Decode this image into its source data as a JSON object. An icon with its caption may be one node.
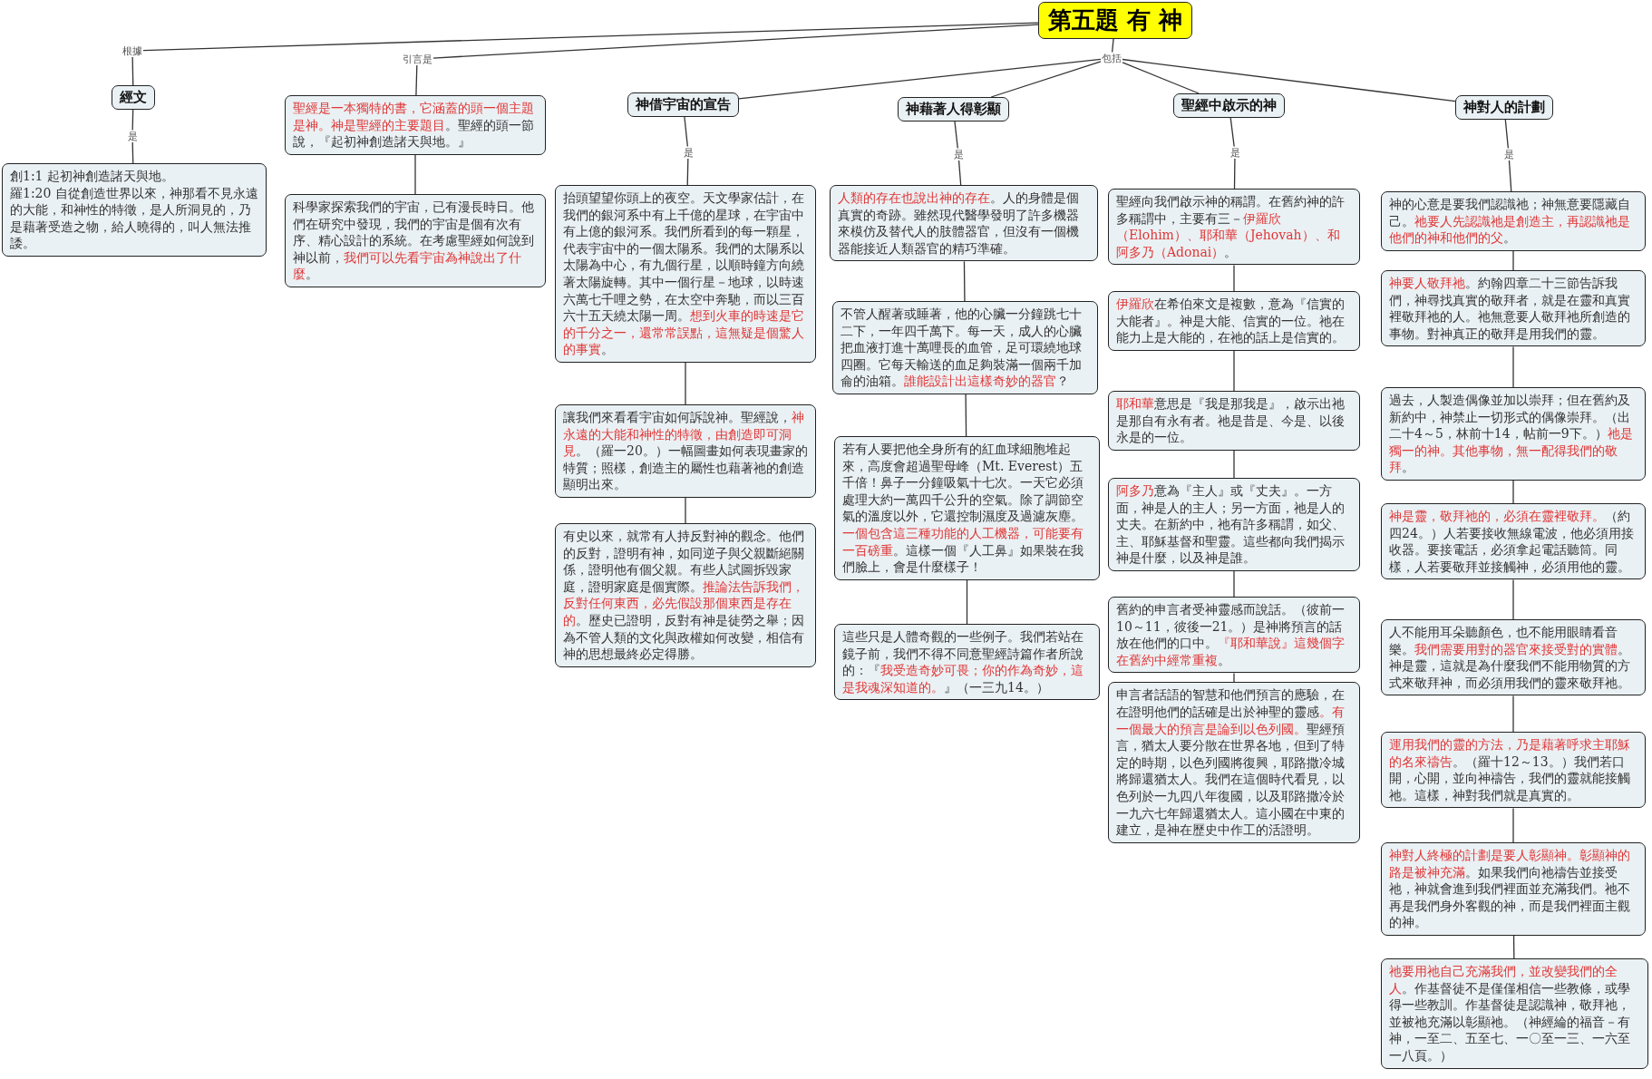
{
  "diagram": {
    "nodes": [
      {
        "text": [
          "第五題 有 神"
        ]
      },
      {
        "text": [
          "根據"
        ]
      },
      {
        "text": [
          "經文"
        ]
      },
      {
        "text": [
          "是"
        ]
      },
      {
        "text": [
          "創1:1  起初神創造諸天與地。",
          "羅1:20  自從創造世界以來，神那看不見永遠的大能，和神性的特徵，是人所洞見的，乃是藉著受造之物，給人曉得的，叫人無法推諉。"
        ]
      },
      {
        "text": [
          "引言是"
        ]
      },
      {
        "text": [
          "**聖經是一本獨特的書，它涵蓋的頭一個主題是神。神是聖經的主要題目**。聖經的頭一節說，『起初神創造諸天與地。』"
        ]
      },
      {
        "text": [
          "科學家探索我們的宇宙，已有漫長時日。他們在研究中發現，我們的宇宙是個有次有序、精心設計的系統。在考慮聖經如何說到神以前，**我們可以先看宇宙為神說出了什麼**。"
        ]
      },
      {
        "text": [
          "包括"
        ]
      },
      {
        "text": [
          "神借宇宙的宣告"
        ]
      },
      {
        "text": [
          "是"
        ]
      },
      {
        "text": [
          "抬頭望望你頭上的夜空。天文學家估計，在我們的銀河系中有上千億的星球，在宇宙中有上億的銀河系。我們所看到的每一顆星，代表宇宙中的一個太陽系。我們的太陽系以太陽為中心，有九個行星，以順時鐘方向繞著太陽旋轉。其中一個行星－地球，以時速六萬七千哩之勢，在太空中奔馳，而以三百六十五天繞太陽一周。**想到火車的時速是它的千分之一，還常常誤點，這無疑是個驚人的事實**。"
        ]
      },
      {
        "text": [
          "讓我們來看看宇宙如何訴說神。聖經說，**神永遠的大能和神性的特徵，由創造即可洞見**。（羅一20。）一幅圖畫如何表現畫家的特質；照樣，創造主的屬性也藉著祂的創造顯明出來。"
        ]
      },
      {
        "text": [
          "有史以來，就常有人持反對神的觀念。他們的反對，證明有神，如同逆子與父親斷絕關係，證明他有個父親。有些人試圖拆毀家庭，證明家庭是個實際。**推論法告訴我們，反對任何東西，必先假設那個東西是存在的**。歷史已證明，反對有神是徒勞之舉；因為不管人類的文化與政權如何改變，相信有神的思想最終必定得勝。"
        ]
      },
      {
        "text": [
          "神藉著人得彰顯"
        ]
      },
      {
        "text": [
          "是"
        ]
      },
      {
        "text": [
          "**人類的存在也說出神的存在**。人的身體是個真實的奇跡。雖然現代醫學發明了許多機器來模仿及替代人的肢體器官，但沒有一個機器能接近人類器官的精巧準確。"
        ]
      },
      {
        "text": [
          "不管人醒著或睡著，他的心臟一分鐘跳七十二下，一年四千萬下。每一天，成人的心臟把血液打進十萬哩長的血管，足可環繞地球四圈。它每天輸送的血足夠裝滿一個兩千加侖的油箱。**誰能設計出這樣奇妙的器官**？"
        ]
      },
      {
        "text": [
          "若有人要把他全身所有的紅血球細胞堆起來，高度會超過聖母峰（Mt. Everest）五千倍！鼻子一分鐘吸氣十七次。一天它必須處理大約一萬四千公升的空氣。除了調節空氣的溫度以外，它還控制濕度及過濾灰塵。**一個包含這三種功能的人工機器，可能要有一百磅重**。這樣一個『人工鼻』如果裝在我們臉上，會是什麼樣子！"
        ]
      },
      {
        "text": [
          "這些只是人體奇觀的一些例子。我們若站在鏡子前，我們不得不同意聖經詩篇作者所說的：『**我受造奇妙可畏；你的作為奇妙，這是我魂深知道的。**』（一三九14。）"
        ]
      },
      {
        "text": [
          "聖經中啟示的神"
        ]
      },
      {
        "text": [
          "是"
        ]
      },
      {
        "text": [
          "聖經向我們啟示神的稱謂。在舊約神的許多稱謂中，主要有三－**伊羅欣（Elohim）、耶和華（Jehovah）、和阿多乃（Adonai）**。"
        ]
      },
      {
        "text": [
          "**伊羅欣**在希伯來文是複數，意為『信實的大能者』。神是大能、信實的一位。祂在能力上是大能的，在祂的話上是信實的。"
        ]
      },
      {
        "text": [
          "**耶和華**意思是『我是那我是』，啟示出祂是那自有永有者。祂是昔是、今是、以後永是的一位。"
        ]
      },
      {
        "text": [
          "**阿多乃**意為『主人』或『丈夫』。一方面，神是人的主人；另一方面，祂是人的丈夫。在新約中，祂有許多稱謂，如父、主、耶穌基督和聖靈。這些都向我們揭示神是什麼，以及神是誰。"
        ]
      },
      {
        "text": [
          "舊約的申言者受神靈感而說話。（彼前一10～11，彼後一21。）是神將預言的話放在他們的口中。**『耶和華說』這幾個字在舊約中經常重複**。"
        ]
      },
      {
        "text": [
          "申言者話語的智慧和他們預言的應驗，在在證明他們的話確是出於神聖的靈感**。有一個最大的預言是論到以色列國。**聖經預言，猶太人要分散在世界各地，但到了特定的時期，以色列國將復興，耶路撒冷城將歸還猶太人。我們在這個時代看見，以色列於一九四八年復國，以及耶路撒冷於一九六七年歸還猶太人。這小國在中東的建立，是神在歷史中作工的活證明。"
        ]
      },
      {
        "text": [
          "神對人的計劃"
        ]
      },
      {
        "text": [
          "是"
        ]
      },
      {
        "text": [
          "神的心意是要我們認識祂；神無意要隱藏自己。**祂要人先認識祂是創造主，再認識祂是他們的神和他們的父**。"
        ]
      },
      {
        "text": [
          "**神要人敬拜祂**。約翰四章二十三節告訴我們，神尋找真實的敬拜者，就是在靈和真實裡敬拜祂的人。祂無意要人敬拜祂所創造的事物。對神真正的敬拜是用我們的靈。"
        ]
      },
      {
        "text": [
          "過去，人製造偶像並加以崇拜；但在舊約及新約中，神禁止一切形式的偶像崇拜。（出二十4～5，林前十14，帖前一9下。）**祂是獨一的神。其他事物，無一配得我們的敬拜**。"
        ]
      },
      {
        "text": [
          "**神是靈，敬拜祂的，必須在靈裡敬拜。**（約四24。）人若要接收無線電波，他必須用接收器。要接電話，必須拿起電話聽筒。同樣，人若要敬拜並接觸神，必須用他的靈。"
        ]
      },
      {
        "text": [
          "人不能用耳朵聽顏色，也不能用眼睛看音樂。**我們需要用對的器官來接受對的實體**。神是靈，這就是為什麼我們不能用物質的方式來敬拜神，而必須用我們的靈來敬拜祂。"
        ]
      },
      {
        "text": [
          "**運用我們的靈的方法，乃是藉著呼求主耶穌的名來禱告**。（羅十12～13。）我們若口開，心開，並向神禱告，我們的靈就能接觸祂。這樣，神對我們就是真實的。"
        ]
      },
      {
        "text": [
          "**神對人終極的計劃是要人彰顯神。彰顯神的路是被神充滿**。如果我們向祂禱告並接受祂，神就會進到我們裡面並充滿我們。祂不再是我們身外客觀的神，而是我們裡面主觀的神。"
        ]
      },
      {
        "text": [
          "**祂要用祂自己充滿我們，並改變我們的全人**。作基督徒不是僅僅相信一些教條，或學得一些教訓。作基督徒是認識神，敬拜祂，並被祂充滿以彰顯祂。（神經綸的福音－有神，一至二、五至七、一〇至一三、一六至一八頁。）"
        ]
      }
    ],
    "edges": [
      {
        "from": 0,
        "to": 1,
        "arrow": "none"
      },
      {
        "from": 1,
        "to": 2,
        "arrow": "none"
      },
      {
        "from": 2,
        "to": 3,
        "arrow": "none"
      },
      {
        "from": 3,
        "to": 4,
        "arrow": "none"
      },
      {
        "from": 0,
        "to": 5,
        "arrow": "none"
      },
      {
        "from": 5,
        "to": 6,
        "arrow": "none"
      },
      {
        "from": 6,
        "to": 7,
        "arrow": "none"
      },
      {
        "from": 0,
        "to": 8,
        "arrow": "none"
      },
      {
        "from": 8,
        "to": 9,
        "arrow": "none"
      },
      {
        "from": 8,
        "to": 14,
        "arrow": "none"
      },
      {
        "from": 8,
        "to": 20,
        "arrow": "none"
      },
      {
        "from": 8,
        "to": 28,
        "arrow": "none"
      },
      {
        "from": 9,
        "to": 10,
        "arrow": "none"
      },
      {
        "from": 10,
        "to": 11,
        "arrow": "none"
      },
      {
        "from": 11,
        "to": 12,
        "arrow": "none"
      },
      {
        "from": 12,
        "to": 13,
        "arrow": "none"
      },
      {
        "from": 14,
        "to": 15,
        "arrow": "none"
      },
      {
        "from": 15,
        "to": 16,
        "arrow": "none"
      },
      {
        "from": 16,
        "to": 17,
        "arrow": "none"
      },
      {
        "from": 17,
        "to": 18,
        "arrow": "none"
      },
      {
        "from": 18,
        "to": 19,
        "arrow": "none"
      },
      {
        "from": 20,
        "to": 21,
        "arrow": "none"
      },
      {
        "from": 21,
        "to": 22,
        "arrow": "none"
      },
      {
        "from": 22,
        "to": 23,
        "arrow": "none"
      },
      {
        "from": 23,
        "to": 24,
        "arrow": "none"
      },
      {
        "from": 24,
        "to": 25,
        "arrow": "none"
      },
      {
        "from": 25,
        "to": 26,
        "arrow": "none"
      },
      {
        "from": 26,
        "to": 27,
        "arrow": "none"
      },
      {
        "from": 28,
        "to": 29,
        "arrow": "none"
      },
      {
        "from": 29,
        "to": 30,
        "arrow": "none"
      },
      {
        "from": 30,
        "to": 31,
        "arrow": "none"
      },
      {
        "from": 31,
        "to": 32,
        "arrow": "none"
      },
      {
        "from": 32,
        "to": 33,
        "arrow": "none"
      },
      {
        "from": 33,
        "to": 34,
        "arrow": "none"
      },
      {
        "from": 34,
        "to": 35,
        "arrow": "none"
      },
      {
        "from": 35,
        "to": 36,
        "arrow": "none"
      },
      {
        "from": 36,
        "to": 37,
        "arrow": "none"
      }
    ]
  }
}
